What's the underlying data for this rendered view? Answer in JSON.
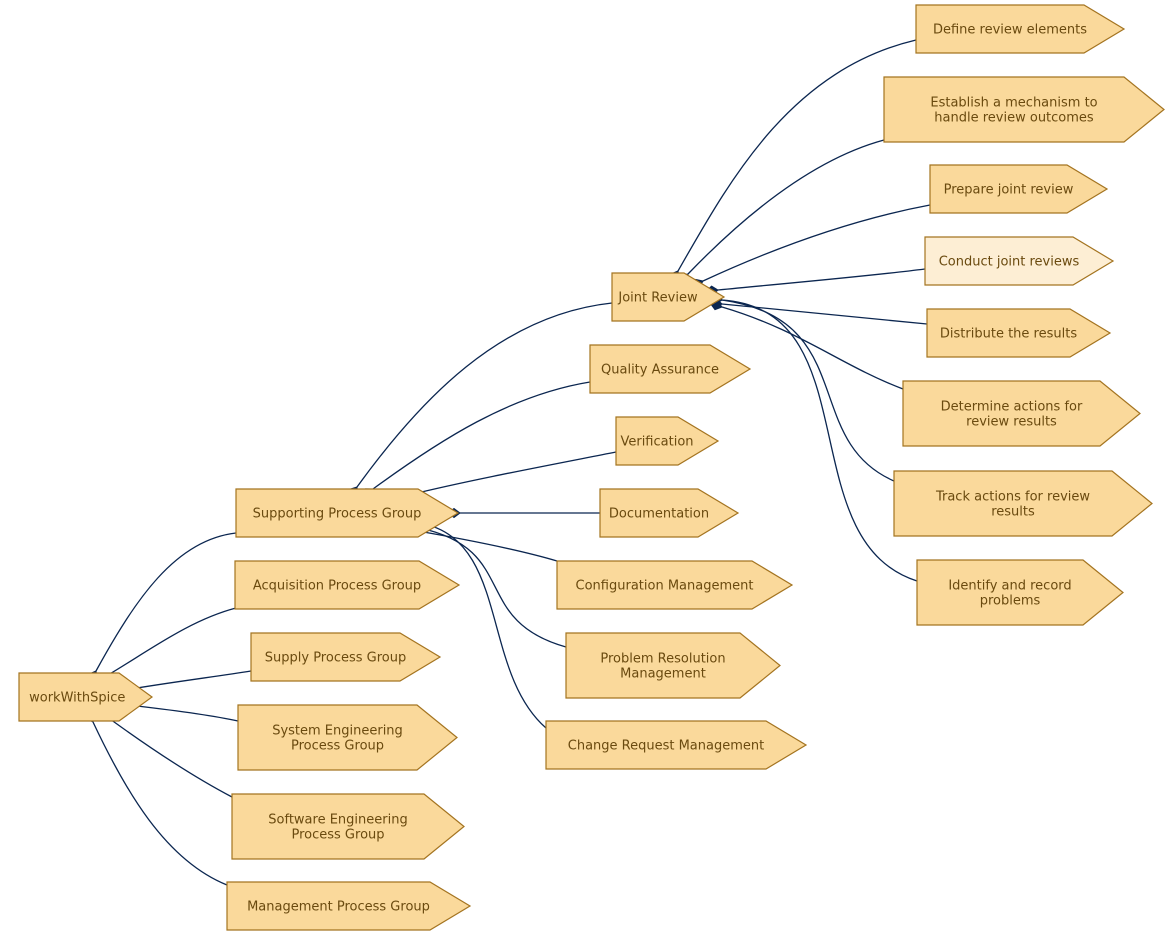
{
  "colors": {
    "node_fill": "#fad99b",
    "node_fill_highlight": "#fdeed4",
    "node_stroke": "#a47420",
    "node_text": "#6a4a0f",
    "edge": "#0b2650"
  },
  "diagram": {
    "nodes": [
      {
        "id": "root",
        "lines": [
          "workWithSpice"
        ],
        "highlight": false
      },
      {
        "id": "supporting",
        "lines": [
          "Supporting Process Group"
        ],
        "highlight": false
      },
      {
        "id": "acquisition",
        "lines": [
          "Acquisition Process Group"
        ],
        "highlight": false
      },
      {
        "id": "supply",
        "lines": [
          "Supply Process Group"
        ],
        "highlight": false
      },
      {
        "id": "syseng",
        "lines": [
          "System Engineering",
          "Process Group"
        ],
        "highlight": false
      },
      {
        "id": "sweng",
        "lines": [
          "Software Engineering",
          "Process Group"
        ],
        "highlight": false
      },
      {
        "id": "mgmt",
        "lines": [
          "Management Process Group"
        ],
        "highlight": false
      },
      {
        "id": "joint",
        "lines": [
          "Joint Review"
        ],
        "highlight": false
      },
      {
        "id": "qa",
        "lines": [
          "Quality Assurance"
        ],
        "highlight": false
      },
      {
        "id": "verif",
        "lines": [
          "Verification"
        ],
        "highlight": false
      },
      {
        "id": "doc",
        "lines": [
          "Documentation"
        ],
        "highlight": false
      },
      {
        "id": "cm",
        "lines": [
          "Configuration Management"
        ],
        "highlight": false
      },
      {
        "id": "prm",
        "lines": [
          "Problem Resolution",
          "Management"
        ],
        "highlight": false
      },
      {
        "id": "crm",
        "lines": [
          "Change Request Management"
        ],
        "highlight": false
      },
      {
        "id": "define",
        "lines": [
          "Define review elements"
        ],
        "highlight": false
      },
      {
        "id": "establish",
        "lines": [
          "Establish a mechanism to",
          "handle review outcomes"
        ],
        "highlight": false
      },
      {
        "id": "prepare",
        "lines": [
          "Prepare joint review"
        ],
        "highlight": false
      },
      {
        "id": "conduct",
        "lines": [
          "Conduct joint reviews"
        ],
        "highlight": true
      },
      {
        "id": "distribute",
        "lines": [
          "Distribute the results"
        ],
        "highlight": false
      },
      {
        "id": "determine",
        "lines": [
          "Determine actions for",
          "review results"
        ],
        "highlight": false
      },
      {
        "id": "track",
        "lines": [
          "Track actions for review",
          "results"
        ],
        "highlight": false
      },
      {
        "id": "identify",
        "lines": [
          "Identify and record",
          "problems"
        ],
        "highlight": false
      }
    ],
    "edges": [
      [
        "root",
        "supporting"
      ],
      [
        "root",
        "acquisition"
      ],
      [
        "root",
        "supply"
      ],
      [
        "root",
        "syseng"
      ],
      [
        "root",
        "sweng"
      ],
      [
        "root",
        "mgmt"
      ],
      [
        "supporting",
        "joint"
      ],
      [
        "supporting",
        "qa"
      ],
      [
        "supporting",
        "verif"
      ],
      [
        "supporting",
        "doc"
      ],
      [
        "supporting",
        "cm"
      ],
      [
        "supporting",
        "prm"
      ],
      [
        "supporting",
        "crm"
      ],
      [
        "joint",
        "define"
      ],
      [
        "joint",
        "establish"
      ],
      [
        "joint",
        "prepare"
      ],
      [
        "joint",
        "conduct"
      ],
      [
        "joint",
        "distribute"
      ],
      [
        "joint",
        "determine"
      ],
      [
        "joint",
        "track"
      ],
      [
        "joint",
        "identify"
      ]
    ]
  }
}
